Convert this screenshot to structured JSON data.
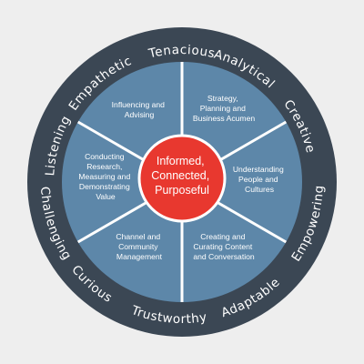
{
  "diagram": {
    "center": {
      "lines": [
        "Informed,",
        "Connected,",
        "Purposeful"
      ]
    },
    "segments": [
      {
        "lines": [
          "Influencing and",
          "Advising"
        ]
      },
      {
        "lines": [
          "Strategy,",
          "Planning and",
          "Business Acumen"
        ]
      },
      {
        "lines": [
          "Conducting",
          "Research,",
          "Measuring and",
          "Demonstrating",
          "Value"
        ]
      },
      {
        "lines": [
          "Understanding",
          "People and",
          "Cultures"
        ]
      },
      {
        "lines": [
          "Channel and",
          "Community",
          "Management"
        ]
      },
      {
        "lines": [
          "Creating and",
          "Curating Content",
          "and Conversation"
        ]
      }
    ],
    "ring_words": [
      {
        "text": "Tenacious"
      },
      {
        "text": "Analytical"
      },
      {
        "text": "Creative"
      },
      {
        "text": "Empowering"
      },
      {
        "text": "Adaptable"
      },
      {
        "text": "Trustworthy"
      },
      {
        "text": "Curious"
      },
      {
        "text": "Challenging"
      },
      {
        "text": "Listening"
      },
      {
        "text": "Empathetic"
      }
    ],
    "colors": {
      "background": "#eeeeee",
      "outer_ring": "#3b4754",
      "segment": "#5d87a9",
      "divider": "#ffffff",
      "center": "#e8382f",
      "hatch": "#e8382f",
      "text": "#ffffff"
    }
  }
}
